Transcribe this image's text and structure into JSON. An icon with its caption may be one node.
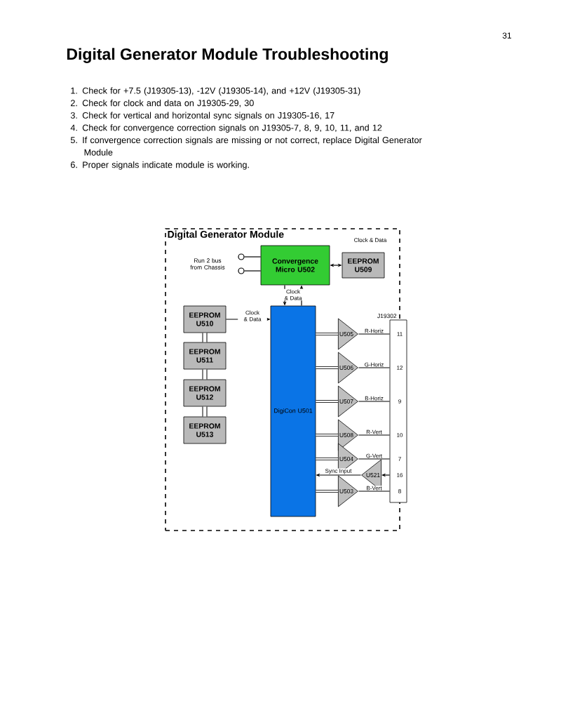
{
  "diagram": {
    "title": "Digital Generator Module Troubleshooting",
    "nodes": [
      {
        "text": [
          "Digital Generator Module"
        ]
      },
      {
        "text": [],
        "shape": "circle",
        "in": 0
      },
      {
        "text": [],
        "shape": "circle",
        "in": 0
      },
      {
        "text": [
          "Convergence Micro U502"
        ],
        "in": 0
      },
      {
        "text": [
          "EEPROM U509"
        ],
        "in": 0
      },
      {
        "text": [
          "EEPROM U510"
        ],
        "in": 0
      },
      {
        "text": [
          "DigiCon U501"
        ],
        "in": 0
      },
      {
        "text": [
          "EEPROM U511"
        ],
        "in": 0
      },
      {
        "text": [
          "EEPROM U512"
        ],
        "in": 0
      },
      {
        "text": [
          "EEPROM U513"
        ],
        "in": 0
      },
      {
        "text": [
          "U505"
        ],
        "in": 0
      },
      {
        "text": [
          "U506"
        ],
        "in": 0
      },
      {
        "text": [
          "U507"
        ],
        "in": 0
      },
      {
        "text": [
          "U508"
        ],
        "in": 0
      },
      {
        "text": [
          "U504"
        ],
        "in": 0
      },
      {
        "text": [
          "U503"
        ],
        "in": 0
      },
      {
        "text": [
          "U521"
        ],
        "in": 0
      },
      {
        "text": [],
        "shape": "box",
        "beside": [
          "J19302"
        ]
      }
    ],
    "edges": [
      {
        "from": 1,
        "to": 3,
        "arrow": "none"
      },
      {
        "from": 2,
        "to": 3,
        "arrow": "none"
      },
      {
        "from": 3,
        "to": 4,
        "arrow": "both"
      },
      {
        "from": 3,
        "to": 6,
        "arrow": "to",
        "label": "Clock & Data"
      },
      {
        "from": 6,
        "to": 3,
        "arrow": "to"
      },
      {
        "from": 5,
        "to": 6,
        "arrow": "to",
        "label": "Clock & Data"
      },
      {
        "from": 5,
        "to": 7,
        "arrow": "none",
        "style": "thick"
      },
      {
        "from": 7,
        "to": 8,
        "arrow": "none",
        "style": "thick"
      },
      {
        "from": 8,
        "to": 9,
        "arrow": "none",
        "style": "thick"
      },
      {
        "from": 6,
        "to": 10,
        "arrow": "none"
      },
      {
        "from": 6,
        "to": 11,
        "arrow": "none"
      },
      {
        "from": 6,
        "to": 12,
        "arrow": "none"
      },
      {
        "from": 6,
        "to": 13,
        "arrow": "none"
      },
      {
        "from": 6,
        "to": 14,
        "arrow": "none"
      },
      {
        "from": 6,
        "to": 15,
        "arrow": "none"
      },
      {
        "from": 10,
        "to": 17,
        "arrow": "none",
        "label": "R-Horiz"
      },
      {
        "from": 11,
        "to": 17,
        "arrow": "none",
        "label": "G-Horiz"
      },
      {
        "from": 12,
        "to": 17,
        "arrow": "none",
        "label": "B-Horiz"
      },
      {
        "from": 13,
        "to": 17,
        "arrow": "none",
        "label": "R-Vert"
      },
      {
        "from": 14,
        "to": 17,
        "arrow": "none",
        "label": "G-Vert"
      },
      {
        "from": 15,
        "to": 17,
        "arrow": "none",
        "label": "B-Vert"
      },
      {
        "from": 17,
        "to": 16,
        "arrow": "to"
      },
      {
        "from": 16,
        "to": 6,
        "arrow": "to",
        "label": "Sync Input"
      }
    ],
    "labels": [
      "31",
      "1. Check for +7.5 (J19305-13), -12V (J19305-14), and +12V (J19305-31)",
      "2. Check for clock and data on J19305-29, 30",
      "3. Check for vertical and horizontal sync signals on J19305-16, 17",
      "4. Check for convergence correction signals on J19305-7, 8, 9, 10, 11, and 12",
      "5. If convergence correction signals are missing or not correct, replace Digital Generator Module",
      "6. Proper signals indicate module is working.",
      "Clock & Data",
      "Run 2 bus from Chassis",
      "11",
      "12",
      "9",
      "10",
      "7",
      "16",
      "8"
    ]
  }
}
